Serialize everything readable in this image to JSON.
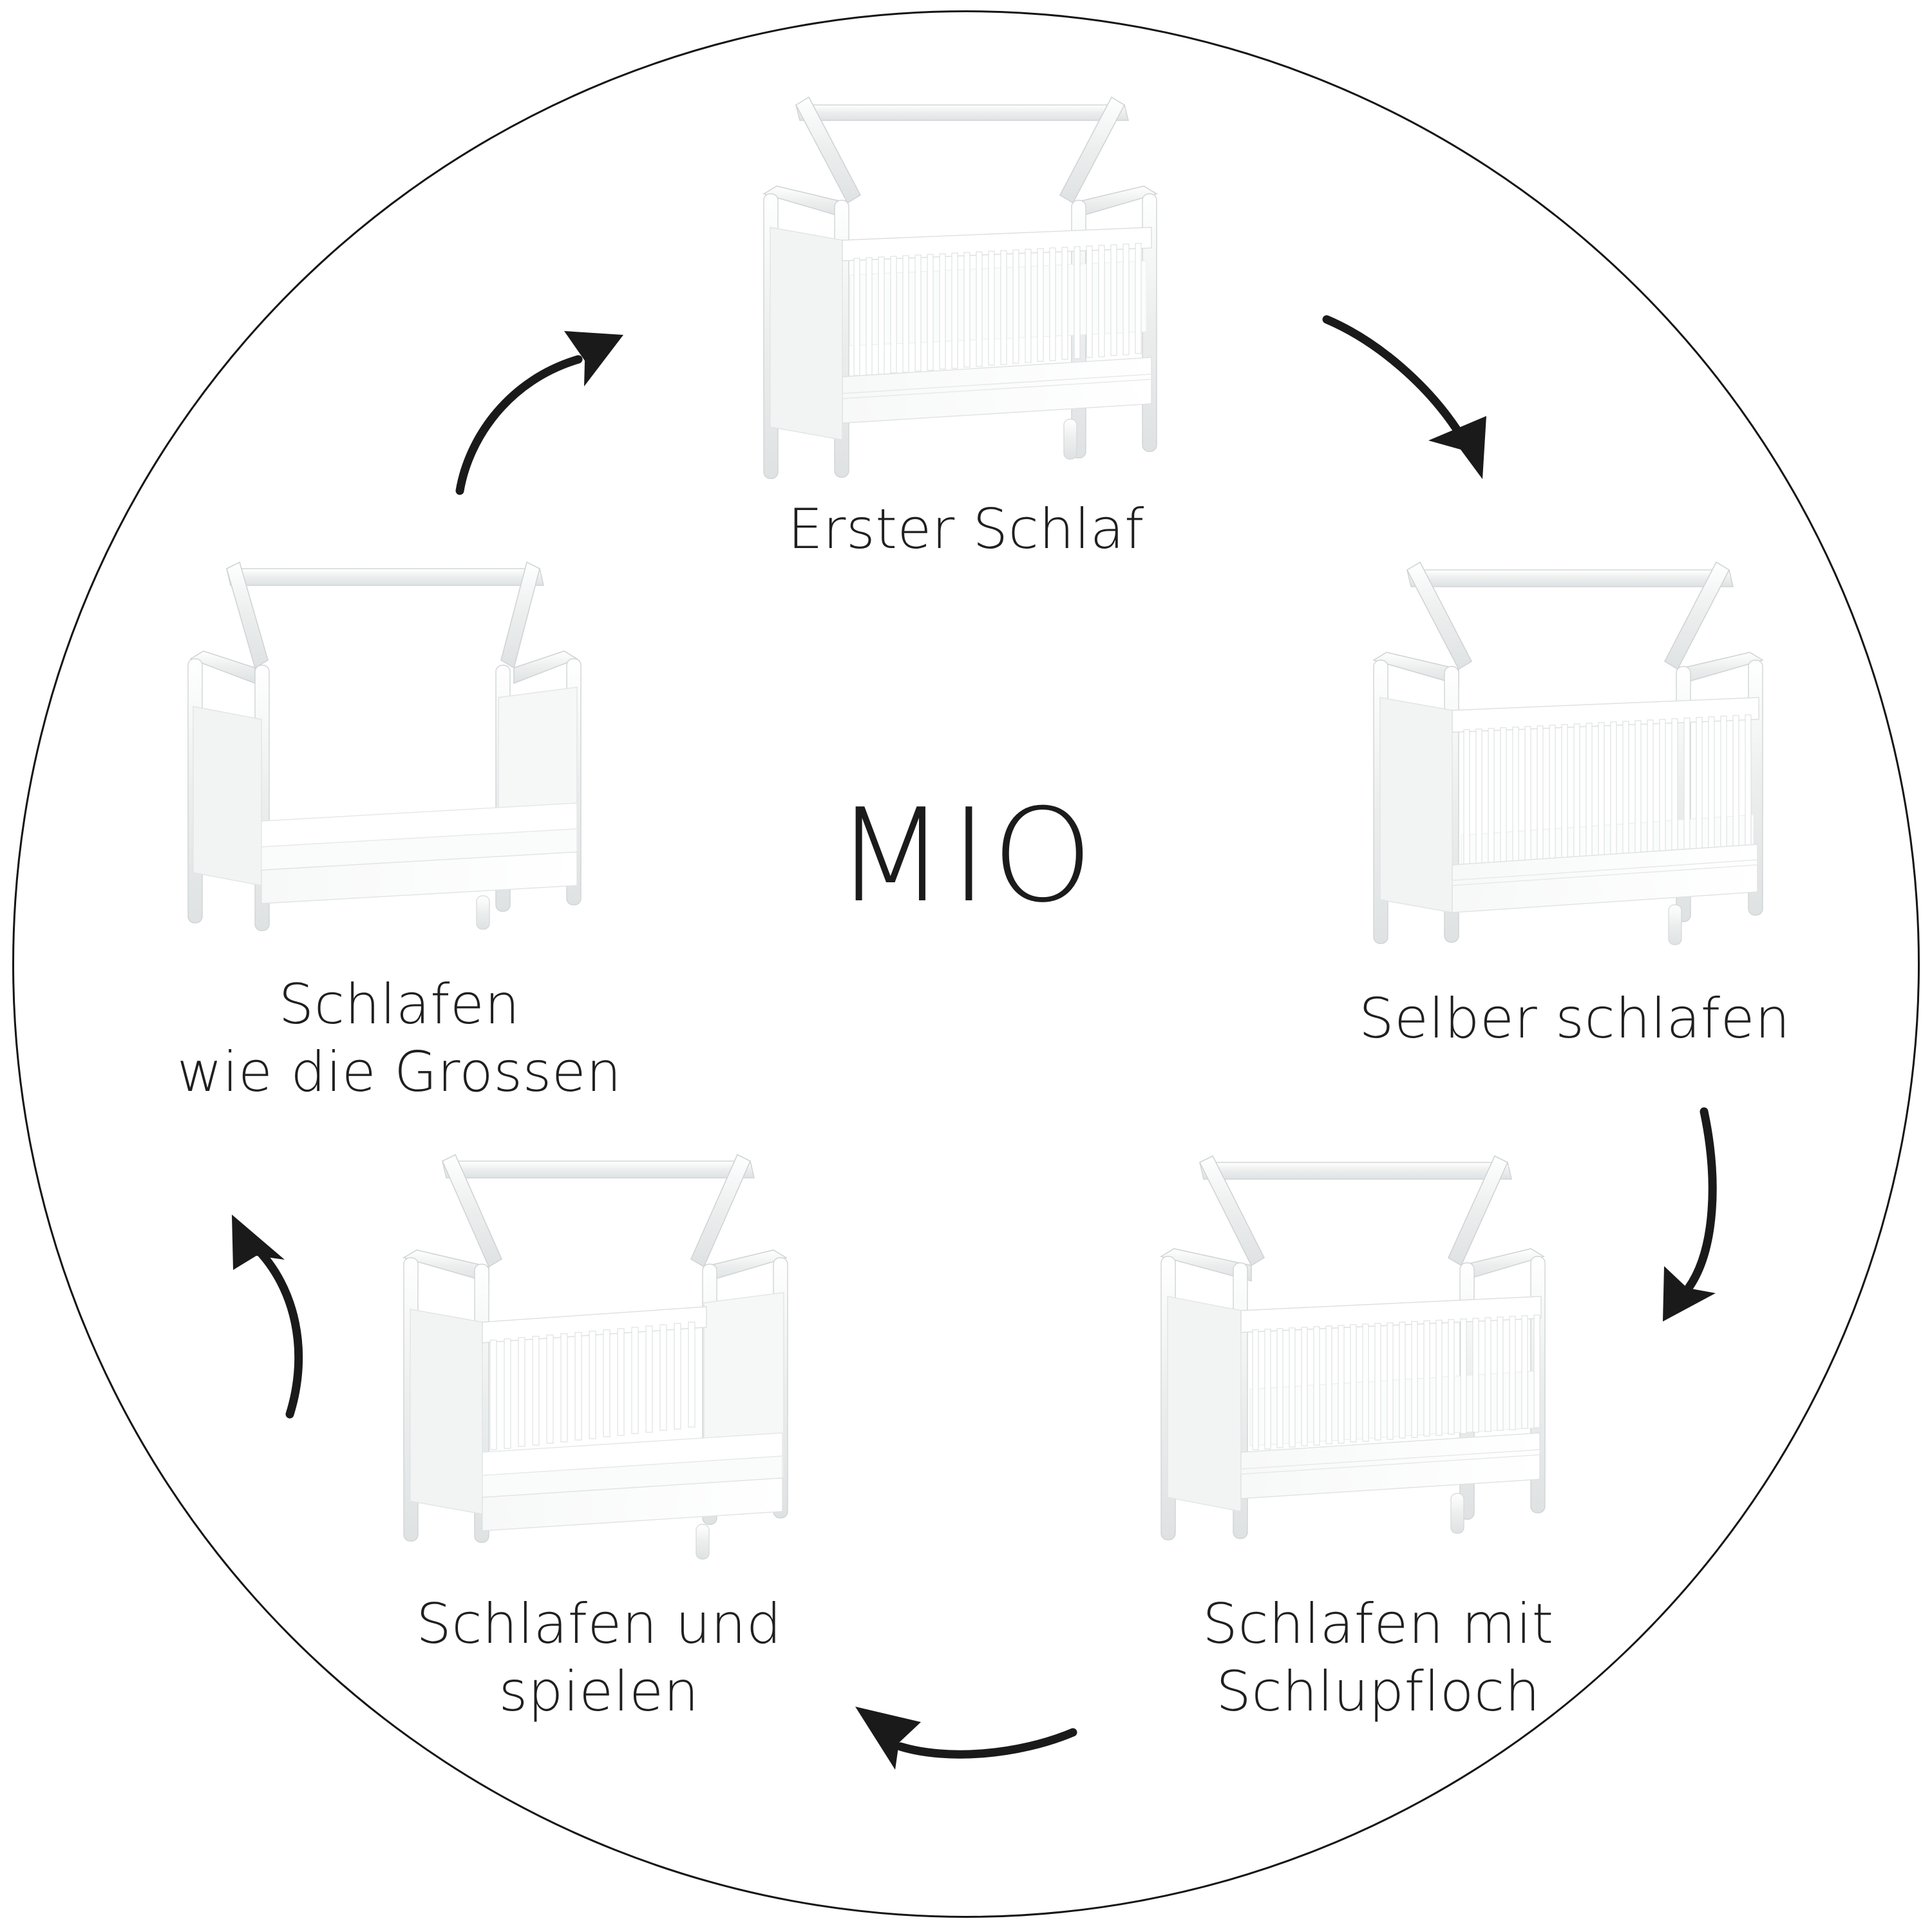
{
  "diagram": {
    "shape": "circle",
    "center_label": "MIO",
    "brand": "MIO",
    "background_color": "#ffffff",
    "line_color": "#151515",
    "text_color": "#1f1f1f",
    "flow_direction": "clockwise",
    "stage_count": 5
  },
  "stages": [
    {
      "id": "erster-schlaf",
      "label": "Erster Schlaf",
      "position": "top",
      "product": "house-frame crib with full slatted side and high mattress base"
    },
    {
      "id": "selber-schlafen",
      "label": "Selber schlafen",
      "position": "right",
      "product": "house-frame crib with slatted side and lowered mattress base"
    },
    {
      "id": "schlafen-mit-schlupfloch",
      "label": "Schlafen mit\nSchlupfloch",
      "label_line_1": "Schlafen mit",
      "label_line_2": "Schlupfloch",
      "position": "bottom-right",
      "product": "house-frame crib with opening / crawl-through gap in the slatted side"
    },
    {
      "id": "schlafen-und-spielen",
      "label": "Schlafen und\nspielen",
      "label_line_1": "Schlafen und",
      "label_line_2": "spielen",
      "position": "bottom-left",
      "product": "house-frame junior bed with half slatted rail and open front"
    },
    {
      "id": "schlafen-wie-die-grossen",
      "label": "Schlafen\nwie die Grossen",
      "label_line_1": "Schlafen",
      "label_line_2": "wie die Grossen",
      "position": "left",
      "product": "house-frame open junior bed, no slatted rail"
    }
  ],
  "arrows": [
    {
      "id": "arrow-left-to-top",
      "from": "schlafen-wie-die-grossen",
      "to": "erster-schlaf",
      "direction": "up-right"
    },
    {
      "id": "arrow-top-to-right",
      "from": "erster-schlaf",
      "to": "selber-schlafen",
      "direction": "down-right"
    },
    {
      "id": "arrow-right-to-bottom-right",
      "from": "selber-schlafen",
      "to": "schlafen-mit-schlupfloch",
      "direction": "down"
    },
    {
      "id": "arrow-bottom-right-to-left",
      "from": "schlafen-mit-schlupfloch",
      "to": "schlafen-und-spielen",
      "direction": "left"
    },
    {
      "id": "arrow-bottom-left-to-left",
      "from": "schlafen-und-spielen",
      "to": "schlafen-wie-die-grossen",
      "direction": "up-left"
    }
  ]
}
